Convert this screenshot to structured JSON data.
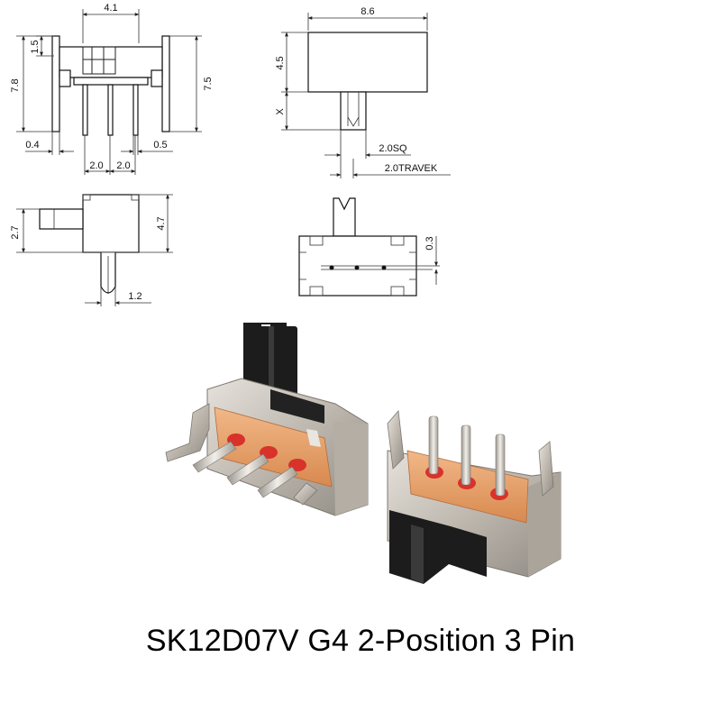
{
  "caption": "SK12D07V G4 2-Position 3 Pin",
  "dimensions": {
    "width_top": "4.1",
    "slot": "1.5",
    "height_left": "7.8",
    "height_right": "7.5",
    "pin_left_gap": "0.4",
    "pin_right_gap": "0.5",
    "pitch_a": "2.0",
    "pitch_b": "2.0",
    "body_width": "8.6",
    "body_height": "4.5",
    "lever_x": "X",
    "lever_sq": "2.0SQ",
    "travel": "2.0TRAVEK",
    "side_left": "2.7",
    "side_right": "4.7",
    "pin_width": "1.2",
    "pin_offset": "0.3"
  },
  "colors": {
    "metal": "#c8c3bb",
    "insulator": "#e8a070",
    "contact_red": "#d8322a",
    "actuator": "#1c1c1c"
  }
}
